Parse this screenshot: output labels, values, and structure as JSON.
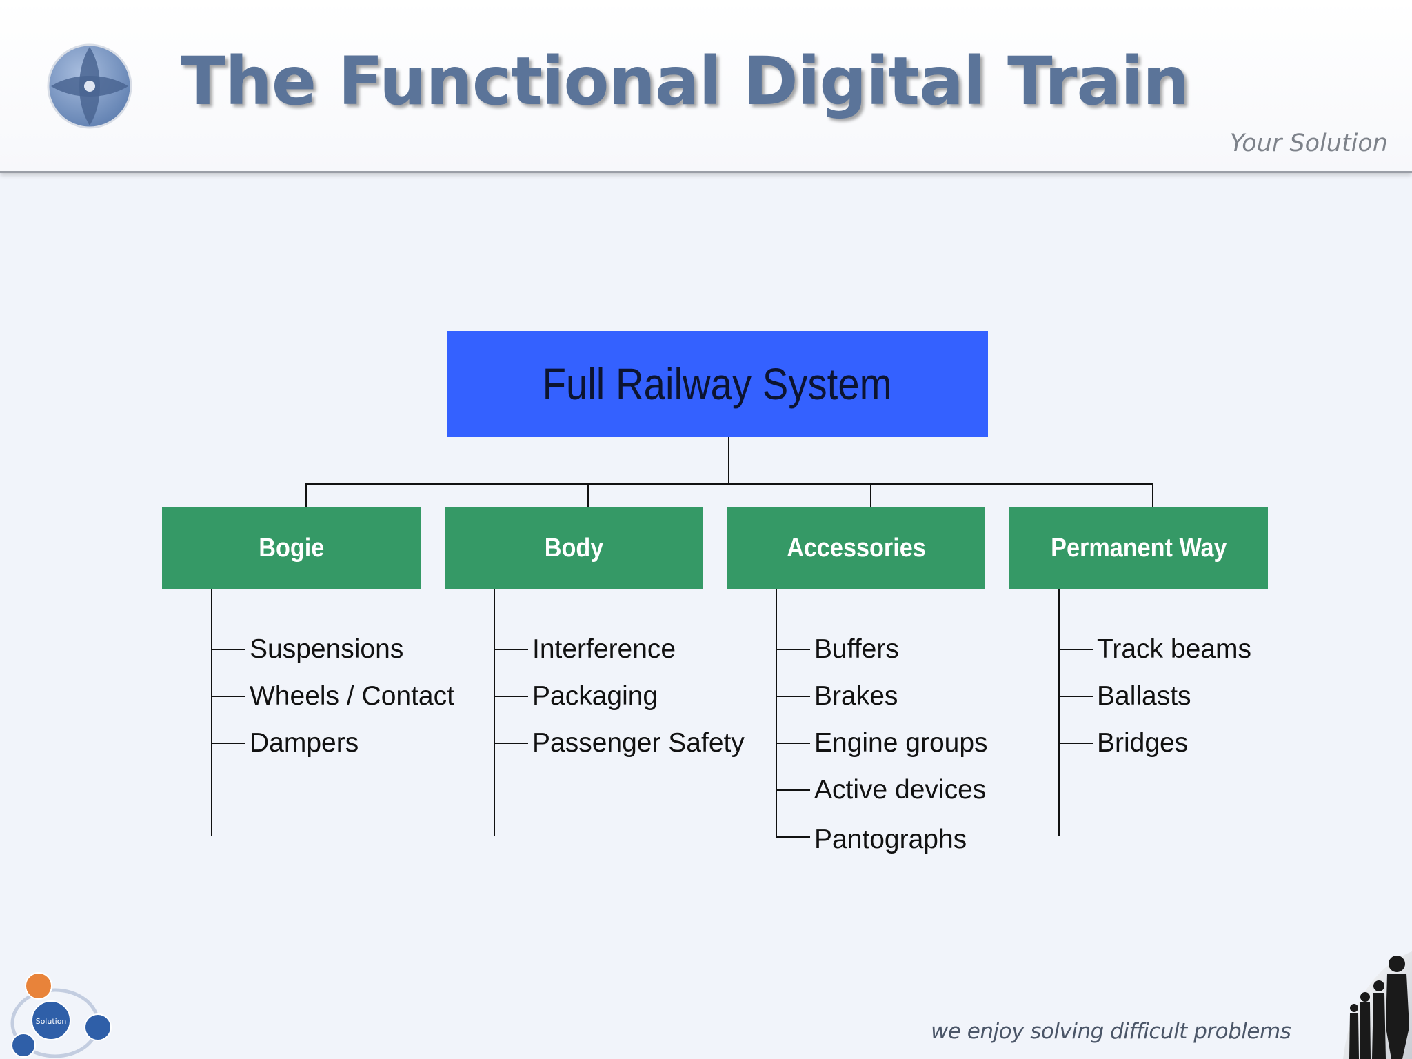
{
  "header": {
    "title": "The Functional Digital Train",
    "tagline": "Your Solution"
  },
  "diagram": {
    "root": "Full Railway System",
    "categories": [
      {
        "label": "Bogie",
        "items": [
          "Suspensions",
          "Wheels / Contact",
          "Dampers"
        ]
      },
      {
        "label": "Body",
        "items": [
          "Interference",
          "Packaging",
          "Passenger Safety"
        ]
      },
      {
        "label": "Accessories",
        "items": [
          "Buffers",
          "Brakes",
          "Engine groups",
          "Active devices",
          "Pantographs"
        ]
      },
      {
        "label": "Permanent Way",
        "items": [
          "Track beams",
          "Ballasts",
          "Bridges"
        ]
      }
    ]
  },
  "footer": {
    "tagline": "we enjoy solving difficult problems",
    "graphic_center_label": "Solution"
  },
  "colors": {
    "title": "#5b7499",
    "root_box": "#3461ff",
    "category_box": "#359966"
  }
}
